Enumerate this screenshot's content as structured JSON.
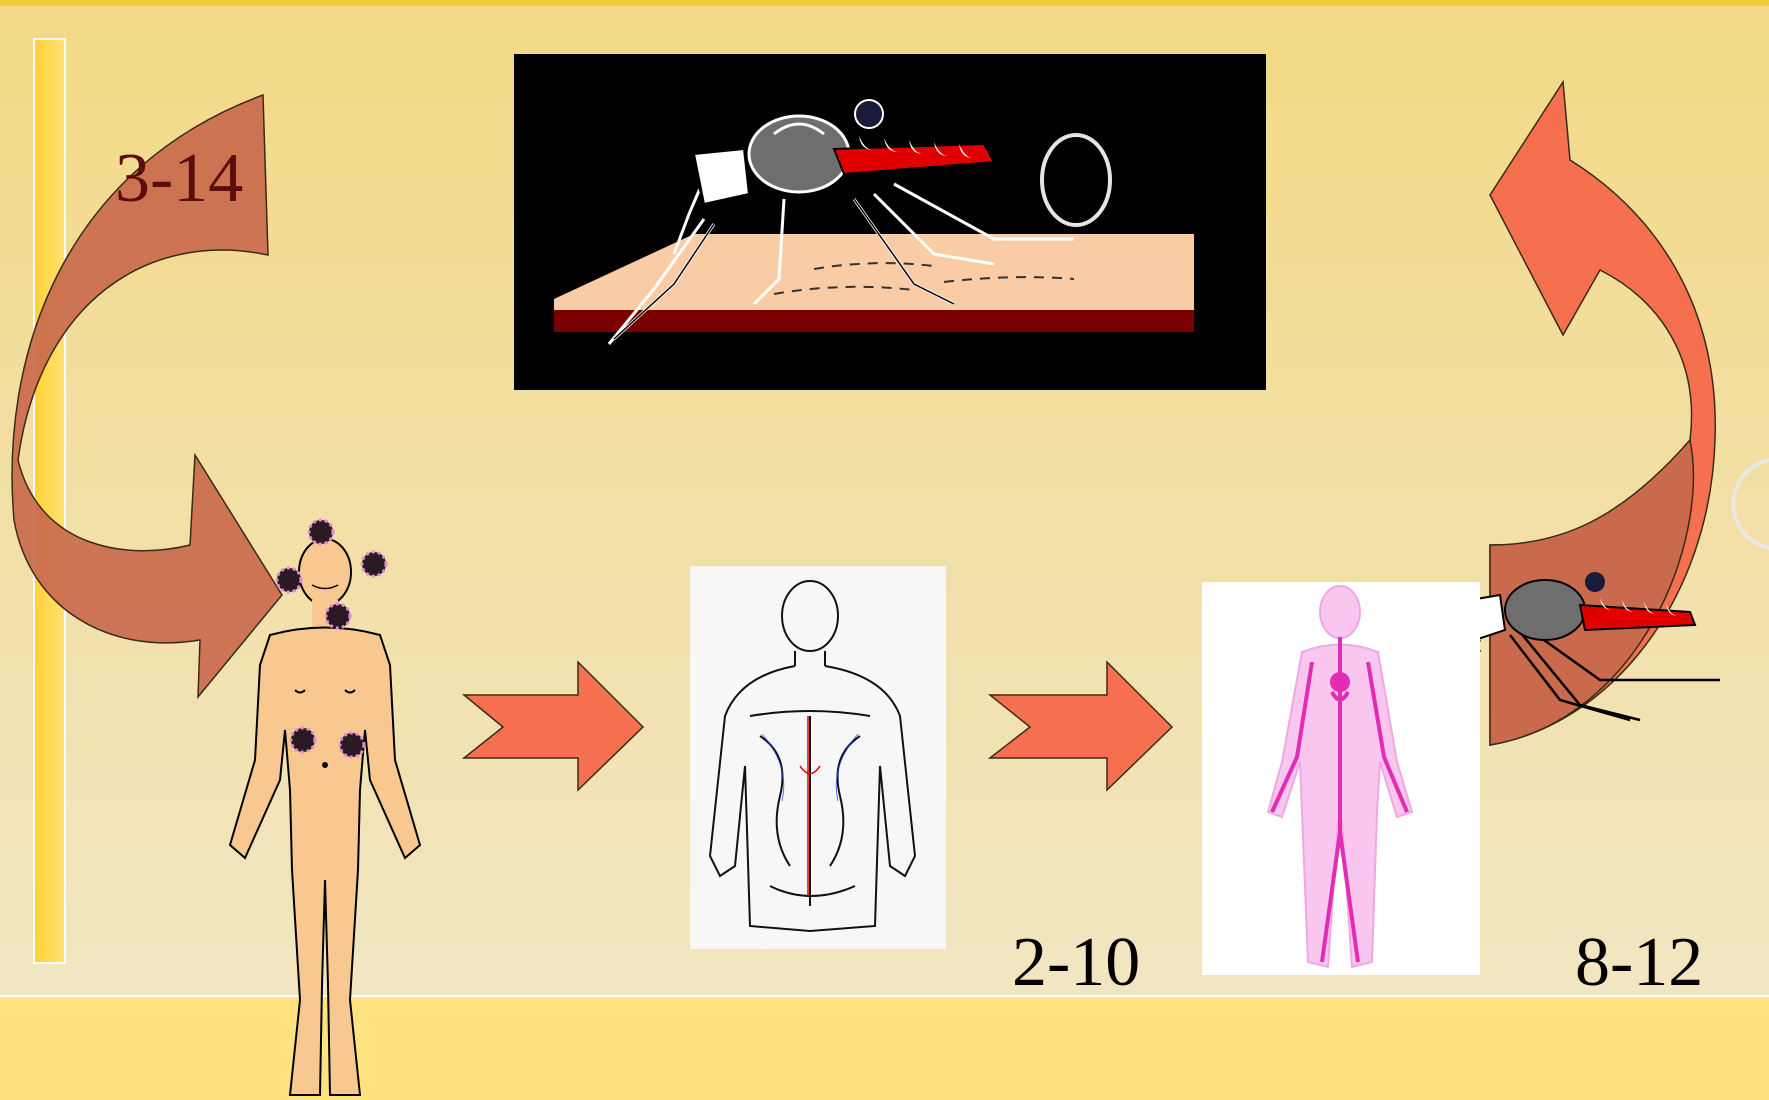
{
  "labels": {
    "top_left": "3-14",
    "bottom_middle": "2-10",
    "bottom_right": "8-12"
  },
  "colors": {
    "background": "#F2DC96",
    "curved_arrow_left": "#C96A4D",
    "curved_arrow_right": "#F4704E",
    "straight_arrow": "#F4704E",
    "skin": "#F8C890",
    "virus": "#2A1A24"
  },
  "icons": {
    "mosquito_biting_scene": "mosquito-bite-illustration",
    "infected_person": "human-figure-with-virus",
    "body_blood_vessels_outline": "body-vessels-outline",
    "body_blood_vessels_pink": "body-vessels-pink",
    "mosquito_feeding": "mosquito-icon"
  }
}
